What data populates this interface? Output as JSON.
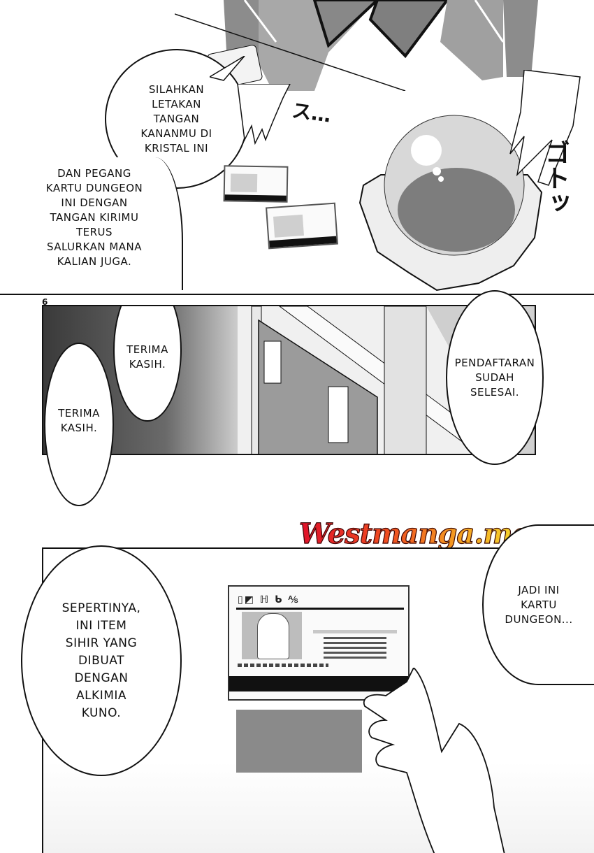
{
  "page": {
    "page_number": "6",
    "watermark": "Westmanga.me"
  },
  "panel1": {
    "bubble_top": "SILAHKAN\nLETAKAN\nTANGAN\nKANANMU DI\nKRISTAL INI",
    "box_left": "DAN PEGANG\nKARTU DUNGEON\nINI DENGAN\nTANGAN KIRIMU\nTERUS\nSALURKAN MANA\nKALIAN JUGA.",
    "sfx_su": "ス…",
    "sfx_gotto": "ゴトッ"
  },
  "panel2": {
    "bubble_left_upper": "TERIMA\nKASIH.",
    "bubble_left_lower": "TERIMA\nKASIH.",
    "bubble_right": "PENDAFTARAN\nSUDAH\nSELESAI."
  },
  "panel3": {
    "bubble_left": "SEPERTINYA,\nINI ITEM\nSIHIR YANG\nDIBUAT\nDENGAN\nALKIMIA\nKUNO.",
    "bubble_right": "JADI INI\nKARTU\nDUNGEON..."
  },
  "colors": {
    "ink": "#111111",
    "screentone_dark": "#5a5a5a",
    "screentone_mid": "#9a9a9a",
    "screentone_light": "#d6d6d6",
    "watermark_red": "#e0102a",
    "watermark_yellow": "#f5e030"
  }
}
